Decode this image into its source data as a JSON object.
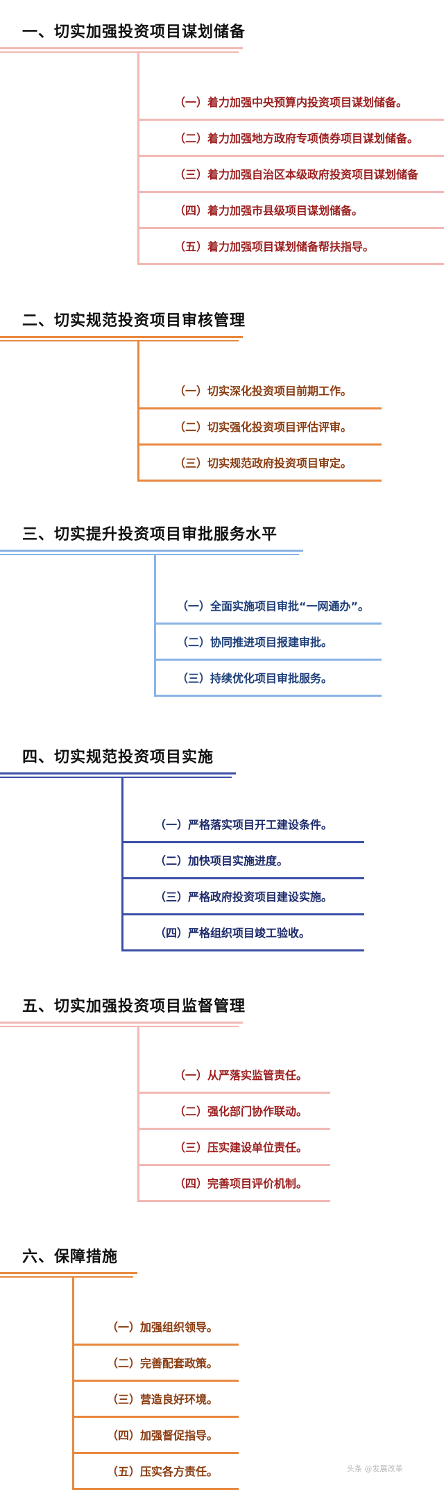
{
  "sections": [
    {
      "title": "一、切实加强投资项目谋划储备",
      "color": "#f2b8b4",
      "text_color": "#9c1f1f",
      "items": [
        "（一）着力加强中央预算内投资项目谋划储备。",
        "（二）着力加强地方政府专项债券项目谋划储备。",
        "（三）着力加强自治区本级政府投资项目谋划储备",
        "（四）着力加强市县级项目谋划储备。",
        "（五）着力加强项目谋划储备帮扶指导。"
      ]
    },
    {
      "title": "二、切实规范投资项目审核管理",
      "color": "#e8883e",
      "text_color": "#8a3c10",
      "items": [
        "（一）切实深化投资项目前期工作。",
        "（二）切实强化投资项目评估评审。",
        "（三）切实规范政府投资项目审定。"
      ]
    },
    {
      "title": "三、切实提升投资项目审批服务水平",
      "color": "#8ab4e6",
      "text_color": "#1e3f7a",
      "items": [
        "（一）全面实施项目审批“一网通办”。",
        "（二）协同推进项目报建审批。",
        "（三）持续优化项目审批服务。"
      ]
    },
    {
      "title": "四、切实规范投资项目实施",
      "color": "#3b4fa8",
      "text_color": "#1b2a6b",
      "items": [
        "（一）严格落实项目开工建设条件。",
        "（二）加快项目实施进度。",
        "（三）严格政府投资项目建设实施。",
        "（四）严格组织项目竣工验收。"
      ]
    },
    {
      "title": "五、切实加强投资项目监督管理",
      "color": "#f2b8b4",
      "text_color": "#9c1f1f",
      "items": [
        "（一）从严落实监管责任。",
        "（二）强化部门协作联动。",
        "（三）压实建设单位责任。",
        "（四）完善项目评价机制。"
      ]
    },
    {
      "title": "六、保障措施",
      "color": "#e8883e",
      "text_color": "#8a3c10",
      "items": [
        "（一）加强组织领导。",
        "（二）完善配套政策。",
        "（三）营造良好环境。",
        "（四）加强督促指导。",
        "（五）压实各方责任。"
      ]
    }
  ],
  "watermark": "头条 @发展改革"
}
